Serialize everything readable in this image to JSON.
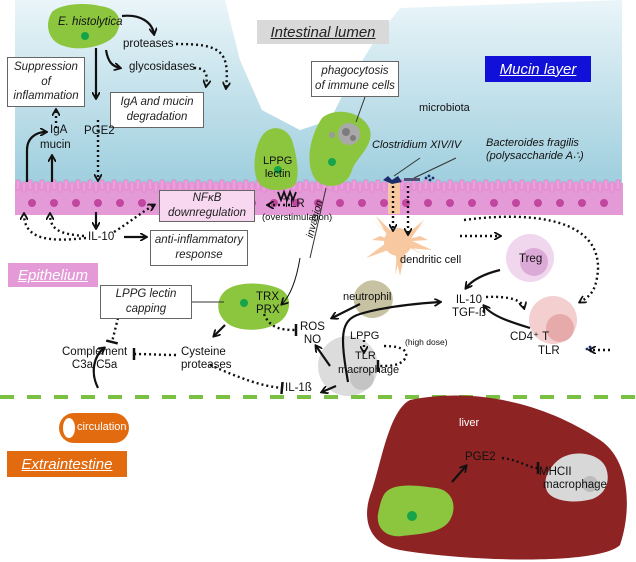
{
  "regions": {
    "lumen": "Intestinal lumen",
    "mucin_layer": "Mucin layer",
    "epithelium": "Epithelium",
    "extraintestine": "Extraintestine",
    "liver": "liver",
    "circulation": "circulation"
  },
  "boxes": {
    "suppression": [
      "Suppression",
      "of",
      "inflammation"
    ],
    "iga_degradation": [
      "IgA and mucin",
      "degradation"
    ],
    "phagocytosis": [
      "phagocytosis",
      "of immune cells"
    ],
    "nfkb": [
      "NFκB",
      "downregulation"
    ],
    "anti_inflammatory": [
      "anti-inflammatory",
      "response"
    ],
    "lectin_capping": [
      "LPPG lectin",
      "capping"
    ]
  },
  "labels": {
    "e_histolytica": "E. histolytica",
    "proteases": "proteases",
    "glycosidases": "glycosidases",
    "iga": "IgA",
    "mucin": "mucin",
    "pge2": "PGE2",
    "lppg_lectin": [
      "LPPG",
      "lectin"
    ],
    "microbiota": "microbiota",
    "clostridium": "Clostridium XIV/IV",
    "bacteroides": [
      "Bacteroides fragilis",
      "(polysaccharide A∴)"
    ],
    "tlr_epi": "TLR",
    "overstimulation": "(overstimulation)",
    "il10_epi": "IL-10",
    "invasion": "invasion",
    "dendritic_cell": "dendritic cell",
    "treg": "Treg",
    "neutrophil": "neutrophil",
    "il10_tgf": [
      "IL-10",
      "TGF-ß"
    ],
    "trx_prx": [
      "TRX",
      "PRX"
    ],
    "ros_no": [
      "ROS",
      "NO"
    ],
    "lppg": "LPPG",
    "high_dose": "(high dose)",
    "tlr_mac": "TLR",
    "macrophage": "macrophage",
    "cd4_t": "CD4⁺ T",
    "tlr_cd4": "TLR",
    "complement": [
      "Complement",
      "C3a C5a"
    ],
    "cysteine_proteases": [
      "Cysteine",
      "proteases"
    ],
    "il1b": "IL-1ß",
    "liver_pge2": "PGE2",
    "mhcii_macrophage": [
      "MHCII",
      "macrophage"
    ]
  },
  "colors": {
    "lumen_blue": "#a9d4e2",
    "epithelium_pink": "#e59ad8",
    "amoeba_green": "#8cc63f",
    "liver_red": "#8e2323",
    "mucin_label_bg": "#1010d8",
    "extraintestine_orange": "#e26b10",
    "boundary_green": "#7ac143"
  }
}
